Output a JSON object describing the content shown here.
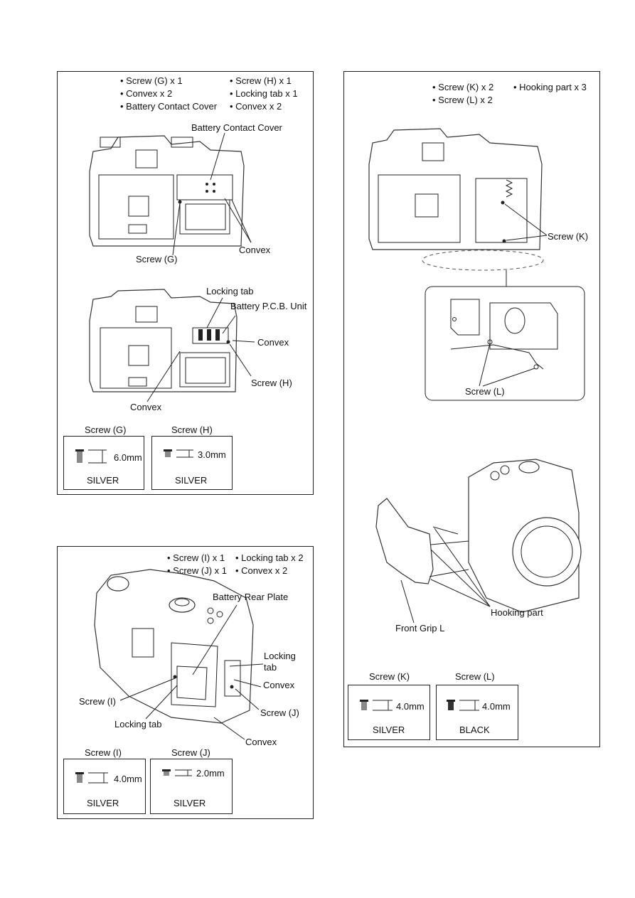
{
  "panel1": {
    "bullets_left": [
      "• Screw (G) x 1",
      "• Convex x 2",
      "• Battery Contact Cover"
    ],
    "bullets_right": [
      "• Screw (H) x 1",
      "• Locking tab x 1",
      "• Convex x 2"
    ],
    "top_labels": {
      "cover": "Battery Contact Cover",
      "screw_g": "Screw (G)",
      "convex": "Convex"
    },
    "bottom_labels": {
      "locking_tab": "Locking tab",
      "pcb": "Battery P.C.B. Unit",
      "convex_r": "Convex",
      "screw_h": "Screw (H)",
      "convex_b": "Convex"
    },
    "screws": [
      {
        "title": "Screw (G)",
        "size": "6.0mm",
        "color": "SILVER"
      },
      {
        "title": "Screw (H)",
        "size": "3.0mm",
        "color": "SILVER"
      }
    ]
  },
  "panel2": {
    "bullets_left": [
      "• Screw (I) x 1",
      "• Screw (J) x 1"
    ],
    "bullets_right": [
      "• Locking tab x 2",
      "• Convex x 2"
    ],
    "labels": {
      "plate": "Battery Rear Plate",
      "locking_tab_r1": "Locking",
      "locking_tab_r2": "tab",
      "convex_r": "Convex",
      "screw_j": "Screw (J)",
      "screw_i": "Screw (I)",
      "locking_tab_b": "Locking tab",
      "convex_b": "Convex"
    },
    "screws": [
      {
        "title": "Screw (I)",
        "size": "4.0mm",
        "color": "SILVER"
      },
      {
        "title": "Screw (J)",
        "size": "2.0mm",
        "color": "SILVER"
      }
    ]
  },
  "panel3": {
    "bullets_left": [
      "• Screw (K) x 2",
      "• Screw (L) x 2"
    ],
    "bullets_right": [
      "• Hooking part x 3"
    ],
    "labels": {
      "screw_k": "Screw (K)",
      "screw_l": "Screw (L)",
      "hooking": "Hooking part",
      "grip": "Front Grip L"
    },
    "screws": [
      {
        "title": "Screw (K)",
        "size": "4.0mm",
        "color": "SILVER"
      },
      {
        "title": "Screw (L)",
        "size": "4.0mm",
        "color": "BLACK"
      }
    ]
  }
}
